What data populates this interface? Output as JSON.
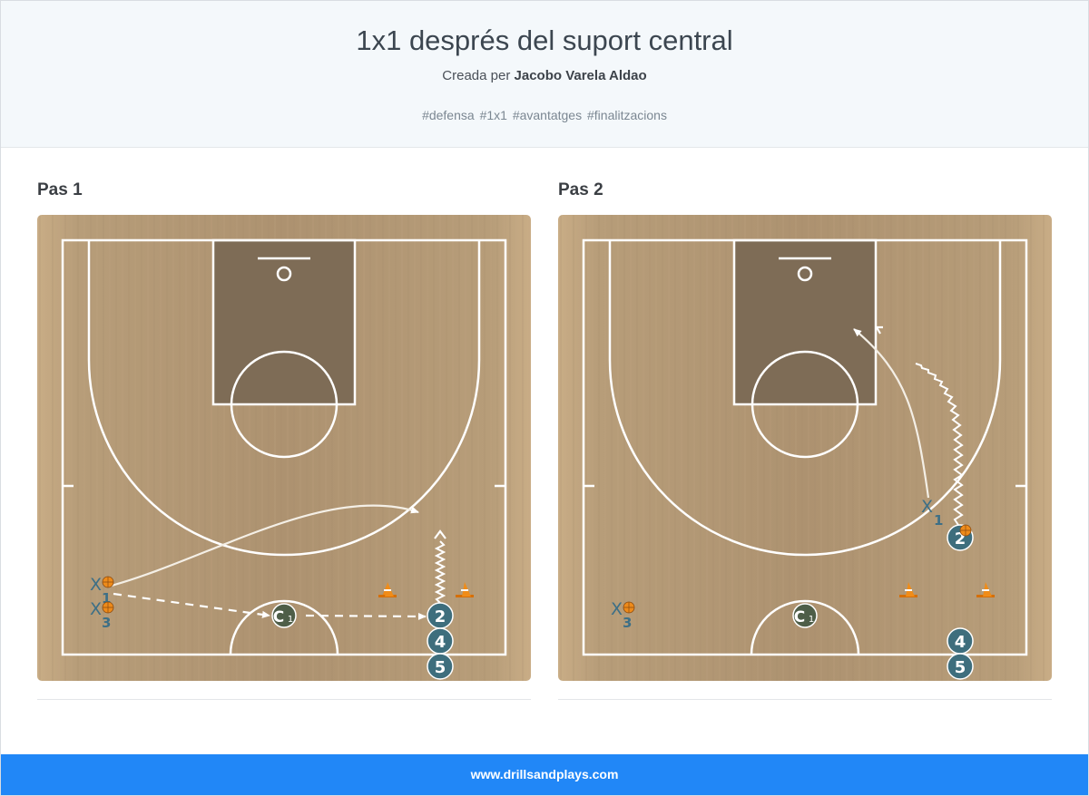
{
  "header": {
    "title": "1x1 després del suport central",
    "author_prefix": "Creada per",
    "author_name": "Jacobo Varela Aldao",
    "tags": [
      "#defensa",
      "#1x1",
      "#avantatges",
      "#finalitzacions"
    ]
  },
  "steps": [
    {
      "title": "Pas 1",
      "players": [
        {
          "label": "C",
          "sub": "1",
          "role": "coach"
        },
        {
          "label": "2",
          "role": "offense"
        },
        {
          "label": "4",
          "role": "offense"
        },
        {
          "label": "5",
          "role": "offense"
        }
      ],
      "defenders": [
        {
          "label": "X",
          "sub": "1",
          "ball": true
        },
        {
          "label": "X",
          "sub": "3",
          "ball": true
        }
      ],
      "cones": 2,
      "actions": [
        "cut",
        "pass",
        "pass",
        "dribble"
      ]
    },
    {
      "title": "Pas 2",
      "players": [
        {
          "label": "C",
          "sub": "1",
          "role": "coach"
        },
        {
          "label": "2",
          "role": "offense",
          "ball": true
        },
        {
          "label": "4",
          "role": "offense"
        },
        {
          "label": "5",
          "role": "offense"
        }
      ],
      "defenders": [
        {
          "label": "X",
          "sub": "1",
          "ball": false
        },
        {
          "label": "X",
          "sub": "3",
          "ball": true
        }
      ],
      "cones": 2,
      "actions": [
        "cut",
        "dribble"
      ]
    }
  ],
  "colors": {
    "wood": "#b59a76",
    "paint": "#7d6b55",
    "offense": "#3e6e7d",
    "coach": "#4e5e48",
    "defense": "#3d6f86",
    "cone": "#e07b12",
    "footer": "#2187f7"
  },
  "footer": {
    "text": "www.drillsandplays.com"
  }
}
